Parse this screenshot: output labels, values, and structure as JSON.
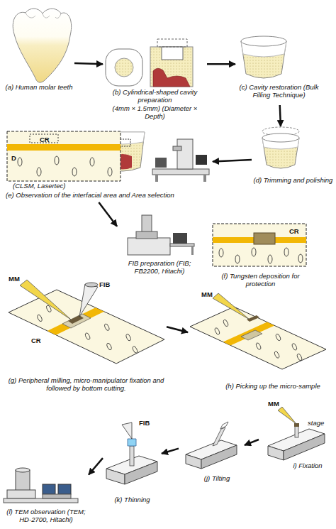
{
  "diagram": {
    "nodes": [
      {
        "text": [
          "(a) Human molar teeth"
        ]
      },
      {
        "text": [
          "(b) Cylindrical-shaped cavity preparation",
          "(4mm × 1.5mm) (Diameter × Depth)"
        ]
      },
      {
        "text": [
          "(c) Cavity restoration (Bulk Filling Technique)"
        ]
      },
      {
        "text": [
          "(d) Trimming and polishing"
        ]
      },
      {
        "text": [
          "(CLSM, Lasertec)",
          "(e) Observation of the interfacial area and Area selection"
        ]
      },
      {
        "text": [
          "FIB preparation (FIB; FB2200, Hitachi)"
        ]
      },
      {
        "text": [
          "(f) Tungsten deposition for protection"
        ]
      },
      {
        "text": [
          "(g) Peripheral milling, micro-manipulator fixation and followed by bottom cutting."
        ]
      },
      {
        "text": [
          "(h) Picking up the micro-sample"
        ]
      },
      {
        "text": [
          "i) Fixation"
        ]
      },
      {
        "text": [
          "(j) Tilting"
        ]
      },
      {
        "text": [
          "(k) Thinning"
        ]
      },
      {
        "text": [
          "(l) TEM observation (TEM; HD-2700, Hitachi)"
        ]
      }
    ],
    "edges": [
      {
        "from": 0,
        "to": 1,
        "arrow": "to"
      },
      {
        "from": 1,
        "to": 2,
        "arrow": "to"
      },
      {
        "from": 2,
        "to": 3,
        "arrow": "to"
      },
      {
        "from": 3,
        "to": 4,
        "arrow": "to"
      },
      {
        "from": 4,
        "to": 5,
        "arrow": "to"
      },
      {
        "from": 7,
        "to": 8,
        "arrow": "to"
      },
      {
        "from": 9,
        "to": 10,
        "arrow": "to"
      },
      {
        "from": 10,
        "to": 11,
        "arrow": "to"
      },
      {
        "from": 11,
        "to": 12,
        "arrow": "to"
      }
    ],
    "labels": [
      "CR",
      "D",
      "CR",
      "MM",
      "FIB",
      "CR",
      "MM",
      "MM",
      "stage",
      "FIB"
    ]
  }
}
